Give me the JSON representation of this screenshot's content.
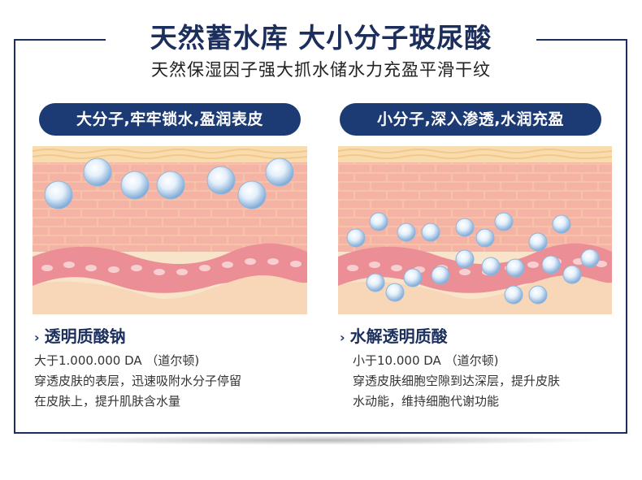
{
  "header": {
    "title": "天然蓄水库 大小分子玻尿酸",
    "subtitle": "天然保湿因子强大抓水储水力充盈平滑干纹"
  },
  "left": {
    "pill": "大分子,牢牢锁水,盈润表皮",
    "name": "透明质酸钠",
    "lines": [
      "大于1.000.000 DA （道尔顿)",
      "穿透皮肤的表层，迅速吸附水分子停留",
      "在皮肤上，提升肌肤含水量"
    ]
  },
  "right": {
    "pill": "小分子,深入渗透,水润充盈",
    "name": "水解透明质酸",
    "lines": [
      "小于10.000 DA （道尔顿)",
      "穿透皮肤细胞空隙到达深层，提升皮肤",
      "水动能，维持细胞代谢功能"
    ]
  },
  "colors": {
    "navy": "#1c2f5c",
    "pill": "#1c3a74",
    "skin_top": "#f8d7a6",
    "brick": "#f3b6a6",
    "wave": "#ec8e95",
    "bubble": "#9cc3e6"
  },
  "icons": {
    "chevron": "chevron-right-icon",
    "bubble": "water-droplet-icon"
  }
}
